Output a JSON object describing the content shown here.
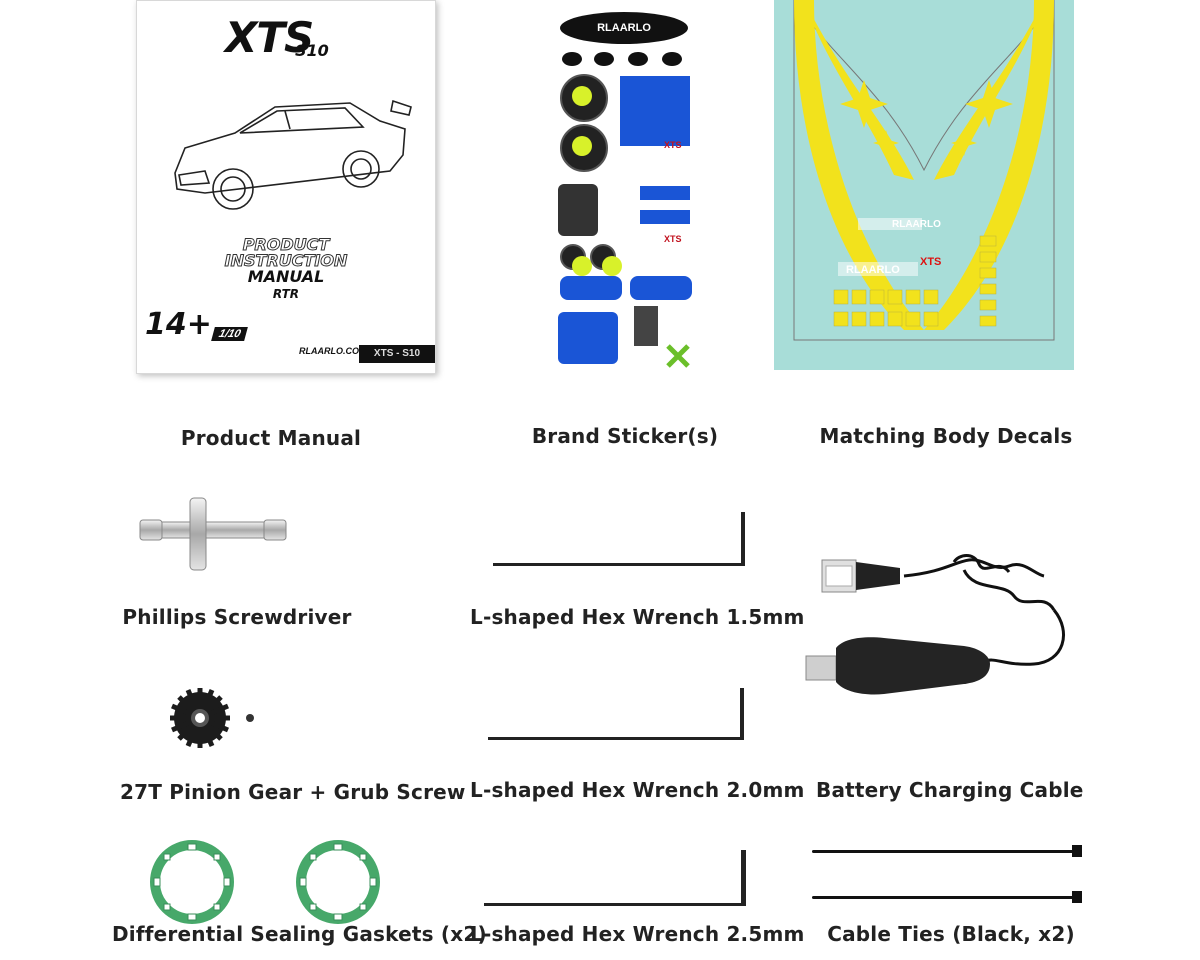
{
  "items": {
    "manual": {
      "label": "Product Manual",
      "cover": {
        "model": "XTS",
        "model_sub": "S10",
        "line1": "PRODUCT",
        "line2": "INSTRUCTION",
        "line3": "MANUAL",
        "rtr": "RTR",
        "age": "14+",
        "scale": "1/10",
        "website": "RLAARLO.COM",
        "band": "XTS - S10"
      }
    },
    "stickers": {
      "label": "Brand Sticker(s)",
      "brand": "RLAARLO",
      "tag1": "XTS",
      "tag2": "XTS"
    },
    "decals": {
      "label": "Matching Body Decals",
      "brand1": "RLAARLO",
      "brand2": "RLAARLO",
      "tag": "XTS"
    },
    "screwdriver": {
      "label": "Phillips Screwdriver"
    },
    "wrench_15": {
      "label": "L-shaped Hex Wrench 1.5mm"
    },
    "pinion": {
      "label": "27T Pinion Gear + Grub Screw"
    },
    "wrench_20": {
      "label": "L-shaped Hex Wrench 2.0mm"
    },
    "cable": {
      "label": "Battery Charging Cable"
    },
    "gaskets": {
      "label": "Differential Sealing Gaskets (x2)"
    },
    "wrench_25": {
      "label": "L-shaped Hex Wrench 2.5mm"
    },
    "ties": {
      "label": "Cable Ties (Black, x2)"
    }
  },
  "colors": {
    "decal_bg": "#a8ddd8",
    "decal_yellow": "#f2e21c",
    "gasket_green": "#47a86a",
    "sticker_blue": "#1a55d6",
    "sticker_lime": "#d8f12a"
  }
}
